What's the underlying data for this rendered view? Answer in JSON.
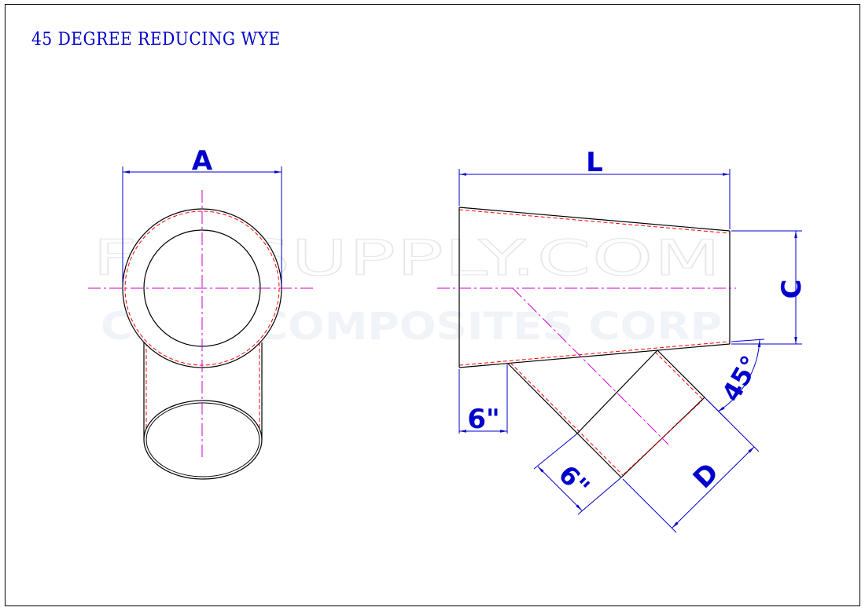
{
  "title": "45 DEGREE REDUCING WYE",
  "watermark": {
    "line1": "FRPSUPPLY.COM",
    "line2": "CITEK COMPOSITES CORP"
  },
  "dimensions": {
    "A": "A",
    "L": "L",
    "C": "C",
    "D": "D",
    "angle": "45°",
    "offset_main": "6\"",
    "offset_branch": "6\""
  },
  "colors": {
    "outline": "#000000",
    "dimension": "#0000cc",
    "centerline": "#cc00cc",
    "hidden_edge": "#ff0000"
  }
}
